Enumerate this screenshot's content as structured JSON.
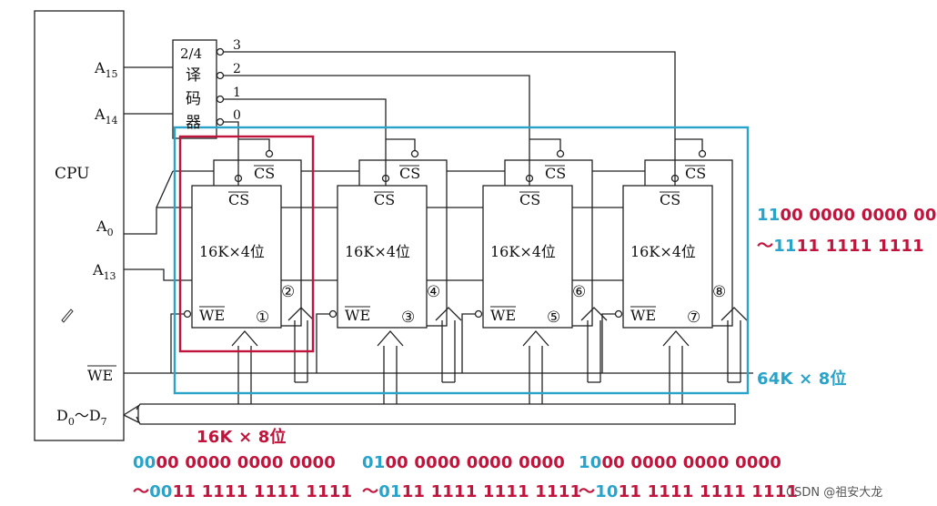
{
  "cpu": {
    "label": "CPU",
    "pins": {
      "a15": "A",
      "a15_sub": "15",
      "a14": "A",
      "a14_sub": "14",
      "a0": "A",
      "a0_sub": "0",
      "a13": "A",
      "a13_sub": "13",
      "we": "WE",
      "data": "D",
      "data_sub0": "0",
      "data_sep": "～D",
      "data_sub7": "7"
    }
  },
  "decoder": {
    "label_line1": "2/4",
    "label_line2": "译",
    "label_line3": "码",
    "label_line4": "器",
    "outputs": [
      "3",
      "2",
      "1",
      "0"
    ]
  },
  "chips": [
    {
      "main_label": "16K×4位",
      "cs": "CS",
      "we": "WE",
      "num_a": "①",
      "back_cs": "CS",
      "num_b": "②"
    },
    {
      "main_label": "16K×4位",
      "cs": "CS",
      "we": "WE",
      "num_a": "③",
      "back_cs": "CS",
      "num_b": "④"
    },
    {
      "main_label": "16K×4位",
      "cs": "CS",
      "we": "WE",
      "num_a": "⑤",
      "back_cs": "CS",
      "num_b": "⑥"
    },
    {
      "main_label": "16K×4位",
      "cs": "CS",
      "we": "WE",
      "num_a": "⑦",
      "back_cs": "CS",
      "num_b": "⑧"
    }
  ],
  "annotations": {
    "group_label": "16K × 8位",
    "total_label": "64K × 8位",
    "range3_hi": "11",
    "range3_lo": "00 0000 0000 00",
    "range3_end_prefix": "～",
    "range3_end_hi": "11",
    "range3_end_lo": "11 1111 1111",
    "range0_start_hi": "00",
    "range0_start_lo": "00 0000 0000 0000",
    "range0_end_prefix": "～",
    "range0_end_hi": "00",
    "range0_end_lo": "11 1111 1111 1111",
    "range1_start_hi": "01",
    "range1_start_lo": "00 0000 0000 0000",
    "range1_end_prefix": "～",
    "range1_end_hi": "01",
    "range1_end_lo": "11 1111 1111 1111",
    "range2_start_hi": "10",
    "range2_start_lo": "00 0000 0000 0000",
    "range2_end_prefix": "～",
    "range2_end_hi": "10",
    "range2_end_lo": "11 1111 1111 1111"
  },
  "watermark": "CSDN @祖安大龙",
  "colors": {
    "highlight_red": "#c0143c",
    "highlight_cyan": "#29a3c9",
    "line": "#222222"
  }
}
